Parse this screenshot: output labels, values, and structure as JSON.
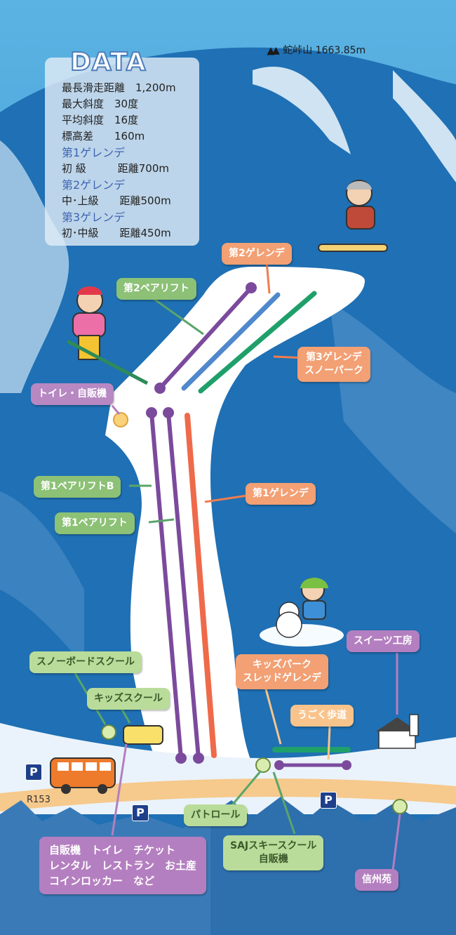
{
  "data_box": {
    "title": "DATA",
    "rows": [
      "最長滑走距離　1,200m",
      "最大斜度　30度",
      "平均斜度　16度",
      "標高差　　160m"
    ],
    "courses": [
      {
        "name": "第1ゲレンデ",
        "detail": "初 級　　　距離700m"
      },
      {
        "name": "第2ゲレンデ",
        "detail": "中･上級　　距離500m"
      },
      {
        "name": "第3ゲレンデ",
        "detail": "初･中級　　距離450m"
      }
    ]
  },
  "peak": {
    "label": "蛇峠山 1663.85m"
  },
  "labels": {
    "gelande2": "第2ゲレンデ",
    "pair_lift2": "第2ペアリフト",
    "gelande3_line1": "第3ゲレンデ",
    "gelande3_line2": "スノーパーク",
    "toilet_vending": "トイレ・自販機",
    "pair_lift1b": "第1ペアリフトB",
    "gelande1": "第1ゲレンデ",
    "pair_lift1": "第1ペアリフト",
    "snowboard_school": "スノーボードスクール",
    "kids_school": "キッズスクール",
    "sweets": "スイーツ工房",
    "kids_park_line1": "キッズパーク",
    "kids_park_line2": "スレッドゲレンデ",
    "moving_walk": "うごく歩道",
    "patrol": "パトロール",
    "saj_line1": "SAJスキースクール",
    "saj_line2": "自販機",
    "shinshuen": "信州苑",
    "facilities_line1": "自販機　トイレ　チケット",
    "facilities_line2": "レンタル　レストラン　お土産",
    "facilities_line3": "コインロッカー　など",
    "road": "R153",
    "parking": "P"
  },
  "colors": {
    "gelande1": "#ef6a4a",
    "gelande2": "#4f88cc",
    "gelande3": "#1fa06a",
    "lift": "#7b4a9c",
    "sky": "#2f8ccc"
  }
}
